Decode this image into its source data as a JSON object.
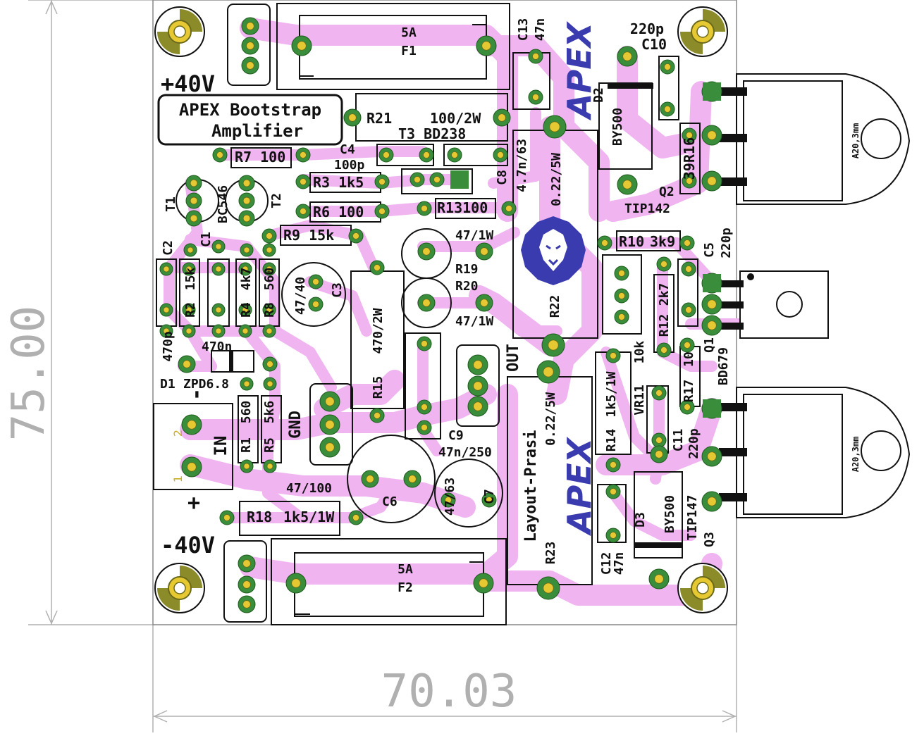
{
  "colors": {
    "board": "#ffffff",
    "trace": "#f0b4f0",
    "pad": "#3a8d3a",
    "pad_inner": "#e6c832",
    "silk": "#111111",
    "dim": "#b0b0b0",
    "brand": "#3b3bb0",
    "mount": "#8b8b2a"
  },
  "dimensions": {
    "height": "75.00",
    "width": "70.03"
  },
  "title_box": {
    "line1": "APEX Bootstrap",
    "line2": "Amplifier"
  },
  "rails": {
    "positive": "+40V",
    "negative": "-40V"
  },
  "connectors": {
    "gnd": "GND",
    "out": "OUT",
    "in": "IN",
    "plus": "+",
    "minus": "-",
    "pin1": "1",
    "pin2": "2"
  },
  "branding": {
    "apex_top": "APEX",
    "apex_bottom": "APEX",
    "layout_credit": "Layout-Prasi"
  },
  "labels": {
    "F1_value": "5A",
    "F1": "F1",
    "F2_value": "5A",
    "F2": "F2",
    "C13": "C13",
    "C13_value": "47n",
    "C10_value": "220p",
    "C10": "C10",
    "D2": "D2",
    "D2_value": "BY500",
    "R21": "R21",
    "R21_value": "100/2W",
    "T3": "T3 BD238",
    "C4": "C4",
    "C4_value": "100p",
    "C8": "C8",
    "C8_value": "4.7n/63",
    "R22_value": "0.22/5W",
    "R22": "R22",
    "R16": "39R16",
    "Q2": "Q2",
    "Q2_value": "TIP142",
    "R7": "R7 100",
    "R3": "R3 1k5",
    "R6": "R6 100",
    "R9": "R9 15k",
    "R13": "R13100",
    "T1": "T1",
    "T2": "T2",
    "BC546": "BC546",
    "C1": "C1",
    "C2": "C2",
    "C2_value": "470p",
    "R2": "R2",
    "R2_value": "15k",
    "R4": "R4",
    "R4_value": "4k7",
    "R8": "R8",
    "R8_value": "560",
    "C3": "C3",
    "C3_value": "47/40",
    "R15": "R15",
    "R15_value": "470/2W",
    "R19": "R19",
    "R19_value": "47/1W",
    "R20": "R20",
    "R20_value": "47/1W",
    "R10": "R10",
    "R10_value": "3k9",
    "C5": "C5",
    "C5_value": "220p",
    "R12": "R12",
    "R12_value": "2k7",
    "Q1": "Q1",
    "Q1_value": "BD679",
    "VR11": "VR11",
    "VR11_value": "10k",
    "R17": "R17",
    "R17_value": "10",
    "R14": "R14",
    "R14_value": "1k5/1W",
    "C11": "C11",
    "C11_value": "220p",
    "D1": "D1",
    "D1_value": "ZPD6.8",
    "C1_value": "470n",
    "R1": "R1",
    "R1_value": "560",
    "R5": "R5",
    "R5_value": "5k6",
    "C9": "C9",
    "C9_value": "47n/250",
    "C6": "C6",
    "C6_value": "47/100",
    "C7": "C7",
    "C7_value": "47/63",
    "R23": "R23",
    "R23_value": "0.22/5W",
    "R18": "R18",
    "R18_value": "1k5/1W",
    "D3": "D3",
    "D3_value": "BY500",
    "Q3": "Q3",
    "Q3_value": "TIP147",
    "C12": "C12",
    "C12_value": "47n",
    "heatsink_top": "A20,3mm",
    "heatsink_bottom": "A20,3mm"
  }
}
